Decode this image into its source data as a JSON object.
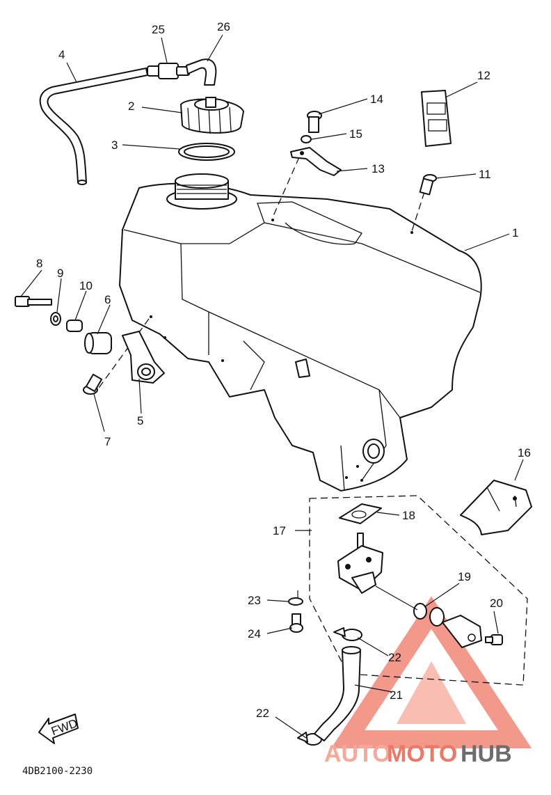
{
  "diagram": {
    "callouts": [
      {
        "num": "1"
      },
      {
        "num": "2"
      },
      {
        "num": "3"
      },
      {
        "num": "4"
      },
      {
        "num": "5"
      },
      {
        "num": "6"
      },
      {
        "num": "7"
      },
      {
        "num": "8"
      },
      {
        "num": "9"
      },
      {
        "num": "10"
      },
      {
        "num": "11"
      },
      {
        "num": "12"
      },
      {
        "num": "13"
      },
      {
        "num": "14"
      },
      {
        "num": "15"
      },
      {
        "num": "16"
      },
      {
        "num": "17"
      },
      {
        "num": "18"
      },
      {
        "num": "19"
      },
      {
        "num": "20"
      },
      {
        "num": "21"
      },
      {
        "num": "22"
      },
      {
        "num": "22"
      },
      {
        "num": "23"
      },
      {
        "num": "24"
      },
      {
        "num": "25"
      },
      {
        "num": "26"
      }
    ],
    "fwd_label": "FWD",
    "drawing_code": "4DB2100-2230"
  },
  "watermark": {
    "part1": "AUTO",
    "part2": "MOTO",
    "part3": "HUB",
    "color_light": "#f7a899",
    "color_mid": "#ee7766",
    "color_dark": "#6d6d6d"
  }
}
